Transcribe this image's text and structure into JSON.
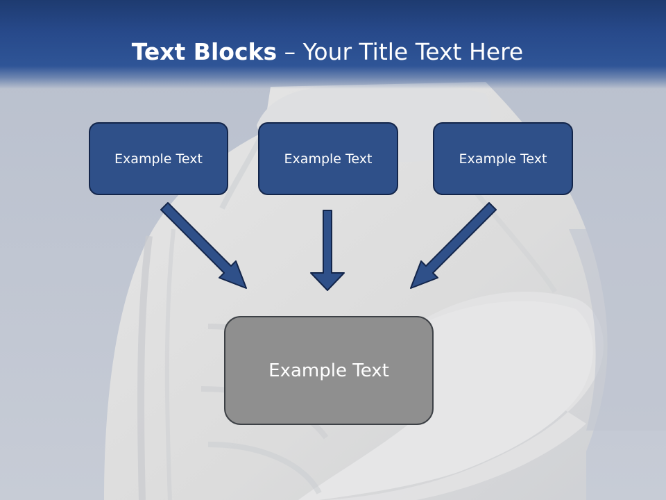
{
  "slide": {
    "title_bold": "Text Blocks",
    "title_separator": " – ",
    "title_rest": "Your Title Text Here"
  },
  "diagram": {
    "source_boxes": [
      {
        "text": "Example Text"
      },
      {
        "text": "Example Text"
      },
      {
        "text": "Example Text"
      }
    ],
    "target_box": {
      "text": "Example Text"
    }
  },
  "colors": {
    "header": "#2f5597",
    "box_fill": "#2f5089",
    "target_fill": "#8f8f8f",
    "arrow": "#2f5089",
    "background": "#c3c8d3"
  }
}
